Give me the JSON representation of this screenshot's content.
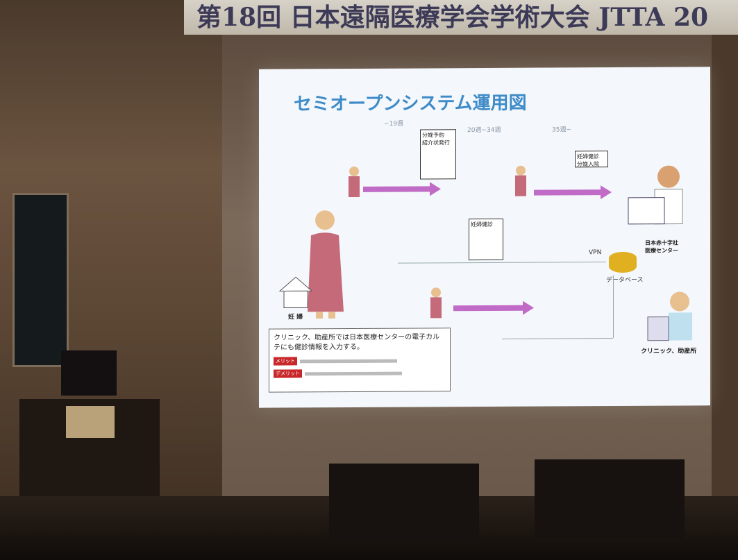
{
  "banner": {
    "text": "第18回 日本遠隔医療学会学術大会 JTTA 20"
  },
  "slide": {
    "title": "セミオープンシステム運用図",
    "notes": {
      "main": "クリニック、助産所では日本医療センターの電子カルテにも健診情報を入力する。",
      "merit_tag": "メリット",
      "demerit_tag": "デメリット"
    },
    "labels": {
      "patient": "妊 婦",
      "hospital": "日本赤十字社\n医療センター",
      "clinic": "クリニック、助産所",
      "database": "データベース",
      "vpn": "VPN"
    },
    "boxes": {
      "box1": "分娩予約\n紹介状発行",
      "box2": "妊婦健診\n分娩入院",
      "box3": "妊婦健診"
    },
    "columns": [
      "~19週",
      "20週~34週",
      "35週~"
    ]
  },
  "colors": {
    "title": "#3d8bc8",
    "arrow": "#c06cc6",
    "tag": "#c8282a",
    "database": "#e0b020"
  }
}
